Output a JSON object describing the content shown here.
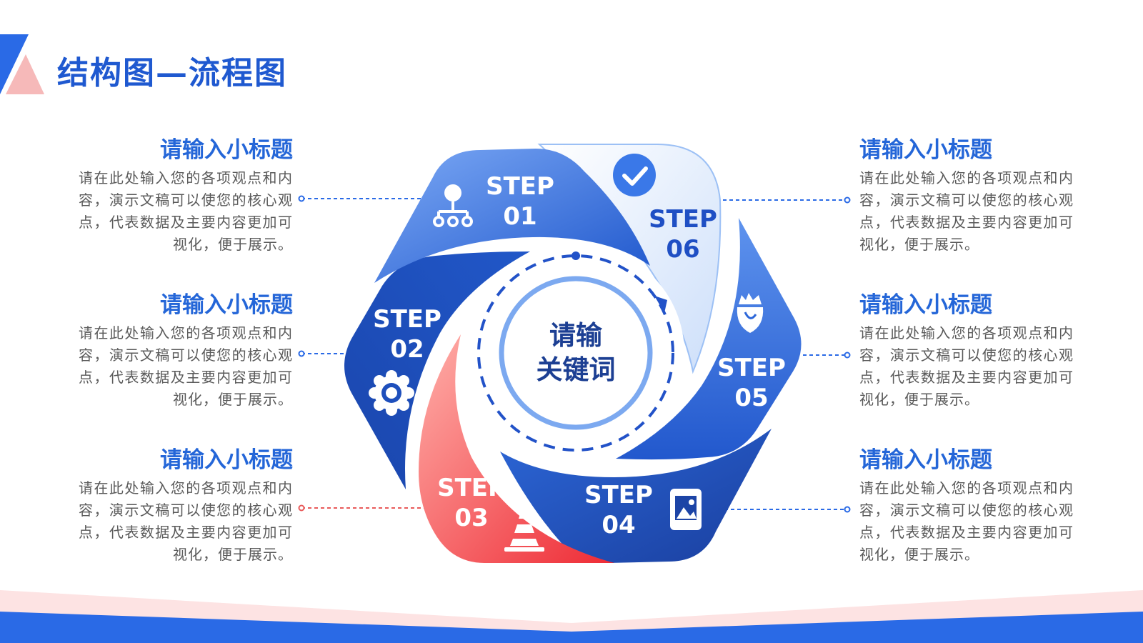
{
  "header": {
    "title": "结构图—流程图"
  },
  "center": {
    "line1": "请输",
    "line2": "关键词"
  },
  "steps": [
    {
      "label": "STEP",
      "number": "01",
      "icon": "org-chart-icon",
      "color": "#2f6fe0"
    },
    {
      "label": "STEP",
      "number": "02",
      "icon": "gear-icon",
      "color": "#1d4fbf"
    },
    {
      "label": "STEP",
      "number": "03",
      "icon": "traffic-cone-icon",
      "color": "#f0464f"
    },
    {
      "label": "STEP",
      "number": "04",
      "icon": "image-icon",
      "color": "#1a49b8"
    },
    {
      "label": "STEP",
      "number": "05",
      "icon": "shield-icon",
      "color": "#2d6ae0"
    },
    {
      "label": "STEP",
      "number": "06",
      "icon": "check-circle-icon",
      "color": "#e6effd"
    }
  ],
  "items": [
    {
      "title": "请输入小标题",
      "body": "请在此处输入您的各项观点和内容，演示文稿可以使您的核心观点，代表数据及主要内容更加可视化，便于展示。"
    },
    {
      "title": "请输入小标题",
      "body": "请在此处输入您的各项观点和内容，演示文稿可以使您的核心观点，代表数据及主要内容更加可视化，便于展示。"
    },
    {
      "title": "请输入小标题",
      "body": "请在此处输入您的各项观点和内容，演示文稿可以使您的核心观点，代表数据及主要内容更加可视化，便于展示。"
    },
    {
      "title": "请输入小标题",
      "body": "请在此处输入您的各项观点和内容，演示文稿可以使您的核心观点，代表数据及主要内容更加可视化，便于展示。"
    },
    {
      "title": "请输入小标题",
      "body": "请在此处输入您的各项观点和内容，演示文稿可以使您的核心观点，代表数据及主要内容更加可视化，便于展示。"
    },
    {
      "title": "请输入小标题",
      "body": "请在此处输入您的各项观点和内容，演示文稿可以使您的核心观点，代表数据及主要内容更加可视化，便于展示。"
    }
  ],
  "colors": {
    "primary": "#1f59d0",
    "accent": "#f0464f",
    "text": "#5a5a5a"
  }
}
